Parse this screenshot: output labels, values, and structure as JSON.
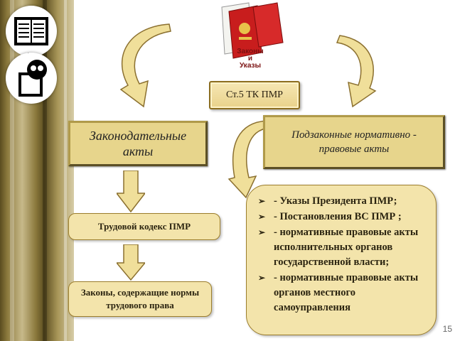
{
  "top_box": {
    "label": "Ст.5 ТК ПМР"
  },
  "book_image": {
    "label_line1": "Законы",
    "label_line2": "и",
    "label_line3": "Указы"
  },
  "left_header": {
    "label": "Законодательные акты"
  },
  "right_header": {
    "label": "Подзаконные нормативно - правовые акты"
  },
  "left_boxes": [
    {
      "label": "Трудовой кодекс ПМР"
    },
    {
      "label": "Законы, содержащие нормы трудового права"
    }
  ],
  "right_list": [
    "- Указы Президента ПМР;",
    "- Постановления ВС ПМР ;",
    "- нормативные правовые акты исполнительных органов государственной власти;",
    "- нормативные правовые акты органов местного самоуправления"
  ],
  "page_number": "15",
  "colors": {
    "box_fill": "#f3e4ab",
    "box_border": "#9b7d2c",
    "arrow_fill": "#f0df9a",
    "header_fill": "#e7d58c"
  },
  "icons": [
    "book-icon",
    "reader-icon",
    "curved-arrow-icon",
    "down-arrow-icon",
    "bullet-arrow-icon"
  ]
}
